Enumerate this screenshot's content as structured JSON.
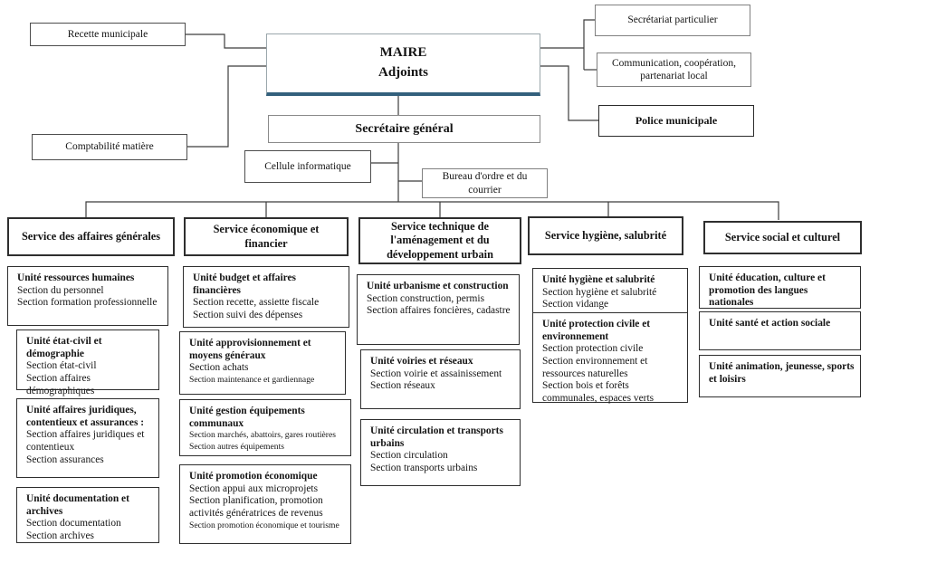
{
  "colors": {
    "accent_bar": "#33607c",
    "line": "#3c3c3c",
    "border": "#2e2e2e",
    "background": "#ffffff"
  },
  "top": {
    "maire_line1": "MAIRE",
    "maire_line2": "Adjoints",
    "recette": "Recette municipale",
    "comptabilite": "Comptabilité matière",
    "secretariat": "Secrétariat particulier",
    "communication": "Communication, coopération, partenariat local",
    "police": "Police municipale",
    "secretaire_general": "Secrétaire général",
    "cellule": "Cellule informatique",
    "bureau": "Bureau d'ordre et du courrier"
  },
  "services": [
    {
      "label": "Service des affaires générales",
      "units": [
        {
          "title": "Unité ressources humaines",
          "sections": [
            {
              "text": "Section du personnel",
              "small": false
            },
            {
              "text": "Section formation professionnelle",
              "small": false
            }
          ]
        },
        {
          "title": "Unité état-civil et démographie",
          "sections": [
            {
              "text": "Section état-civil",
              "small": false
            },
            {
              "text": "Section affaires démographiques",
              "small": false
            }
          ]
        },
        {
          "title": "Unité affaires juridiques, contentieux et assurances :",
          "sections": [
            {
              "text": "Section affaires juridiques et contentieux",
              "small": false
            },
            {
              "text": "Section assurances",
              "small": false
            }
          ]
        },
        {
          "title": "Unité documentation et archives",
          "sections": [
            {
              "text": "Section documentation",
              "small": false
            },
            {
              "text": "Section archives",
              "small": false
            }
          ]
        }
      ]
    },
    {
      "label": "Service économique et financier",
      "units": [
        {
          "title": "Unité budget et affaires financières",
          "sections": [
            {
              "text": "Section recette, assiette fiscale",
              "small": false
            },
            {
              "text": "Section suivi des dépenses",
              "small": false
            }
          ]
        },
        {
          "title": "Unité approvisionnement et moyens généraux",
          "sections": [
            {
              "text": "Section achats",
              "small": false
            },
            {
              "text": "Section maintenance et gardiennage",
              "small": true
            }
          ]
        },
        {
          "title": "Unité gestion équipements communaux",
          "sections": [
            {
              "text": "Section marchés, abattoirs, gares routières",
              "small": true
            },
            {
              "text": "Section autres équipements",
              "small": true
            }
          ]
        },
        {
          "title": "Unité promotion économique",
          "sections": [
            {
              "text": "Section appui aux microprojets",
              "small": false
            },
            {
              "text": "Section planification, promotion activités génératrices de revenus",
              "small": false
            },
            {
              "text": "Section promotion économique et tourisme",
              "small": true
            }
          ]
        }
      ]
    },
    {
      "label": "Service technique de l'aménagement et du développement urbain",
      "units": [
        {
          "title": "Unité urbanisme et construction",
          "sections": [
            {
              "text": "Section construction, permis",
              "small": false
            },
            {
              "text": "Section affaires foncières, cadastre",
              "small": false
            }
          ]
        },
        {
          "title": "Unité voiries et réseaux",
          "sections": [
            {
              "text": "Section voirie et assainissement",
              "small": false
            },
            {
              "text": "Section réseaux",
              "small": false
            }
          ]
        },
        {
          "title": "Unité circulation et transports urbains",
          "sections": [
            {
              "text": "Section circulation",
              "small": false
            },
            {
              "text": "Section transports urbains",
              "small": false
            }
          ]
        }
      ]
    },
    {
      "label": "Service hygiène, salubrité",
      "units": [
        {
          "title": "Unité hygiène et salubrité",
          "sections": [
            {
              "text": "Section hygiène et salubrité",
              "small": false
            },
            {
              "text": "Section vidange",
              "small": false
            }
          ]
        },
        {
          "title": "Unité protection civile et environnement",
          "sections": [
            {
              "text": "Section protection civile",
              "small": false
            },
            {
              "text": "Section environnement et ressources naturelles",
              "small": false
            },
            {
              "text": "Section bois et forêts communales, espaces verts",
              "small": false
            }
          ]
        }
      ]
    },
    {
      "label": "Service social et culturel",
      "units": [
        {
          "title": "Unité éducation, culture et promotion des langues nationales",
          "sections": []
        },
        {
          "title": "Unité santé et action sociale",
          "sections": []
        },
        {
          "title": "Unité animation, jeunesse, sports et loisirs",
          "sections": []
        }
      ]
    }
  ]
}
